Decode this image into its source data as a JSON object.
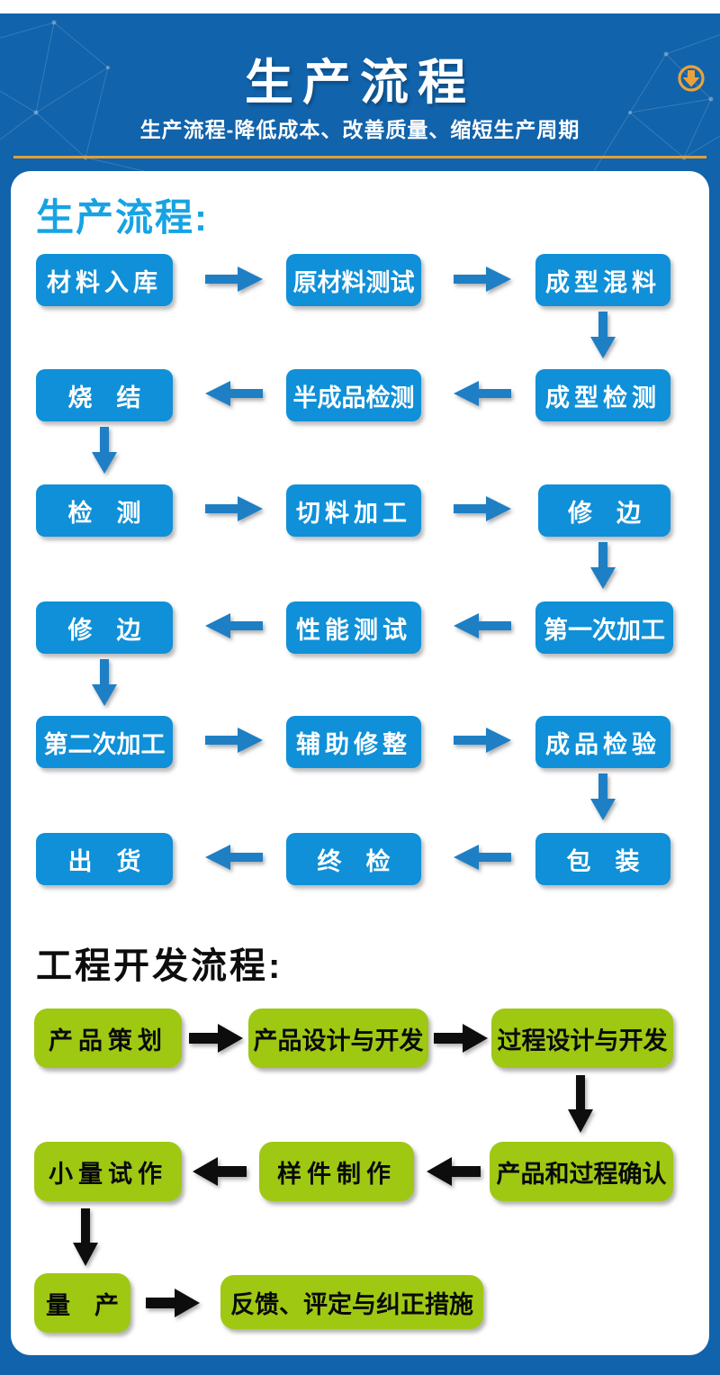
{
  "header": {
    "title": "生产流程",
    "subtitle": "生产流程-降低成本、改善质量、缩短生产周期",
    "accent_color": "#e0a03c",
    "background_color": "#1163ab",
    "download_icon": "circle-down-arrow-icon"
  },
  "production_flow": {
    "heading": "生产流程:",
    "heading_color": "#17a3e3",
    "box_color": "#0f90d8",
    "arrow_color": "#1e7fc5",
    "rows": [
      {
        "direction": "right",
        "boxes": [
          "材料入库",
          "原材料测试",
          "成型混料"
        ]
      },
      {
        "direction": "left",
        "boxes": [
          "烧　结",
          "半成品检测",
          "成型检测"
        ]
      },
      {
        "direction": "right",
        "boxes": [
          "检　测",
          "切料加工",
          "修　边"
        ]
      },
      {
        "direction": "left",
        "boxes": [
          "修　边",
          "性能测试",
          "第一次加工"
        ]
      },
      {
        "direction": "right",
        "boxes": [
          "第二次加工",
          "辅助修整",
          "成品检验"
        ]
      },
      {
        "direction": "left",
        "boxes": [
          "出　货",
          "终　检",
          "包　装"
        ]
      }
    ]
  },
  "engineering_flow": {
    "heading": "工程开发流程:",
    "heading_color": "#0d0d0d",
    "box_color": "#9fc813",
    "arrow_color": "#0d0d0d",
    "rows": [
      {
        "direction": "right",
        "boxes": [
          "产品策划",
          "产品设计与开发",
          "过程设计与开发"
        ]
      },
      {
        "direction": "left",
        "boxes": [
          "小量试作",
          "样件制作",
          "产品和过程确认"
        ]
      },
      {
        "direction": "right",
        "boxes": [
          "量　产",
          "反馈、评定与纠正措施"
        ]
      }
    ]
  }
}
